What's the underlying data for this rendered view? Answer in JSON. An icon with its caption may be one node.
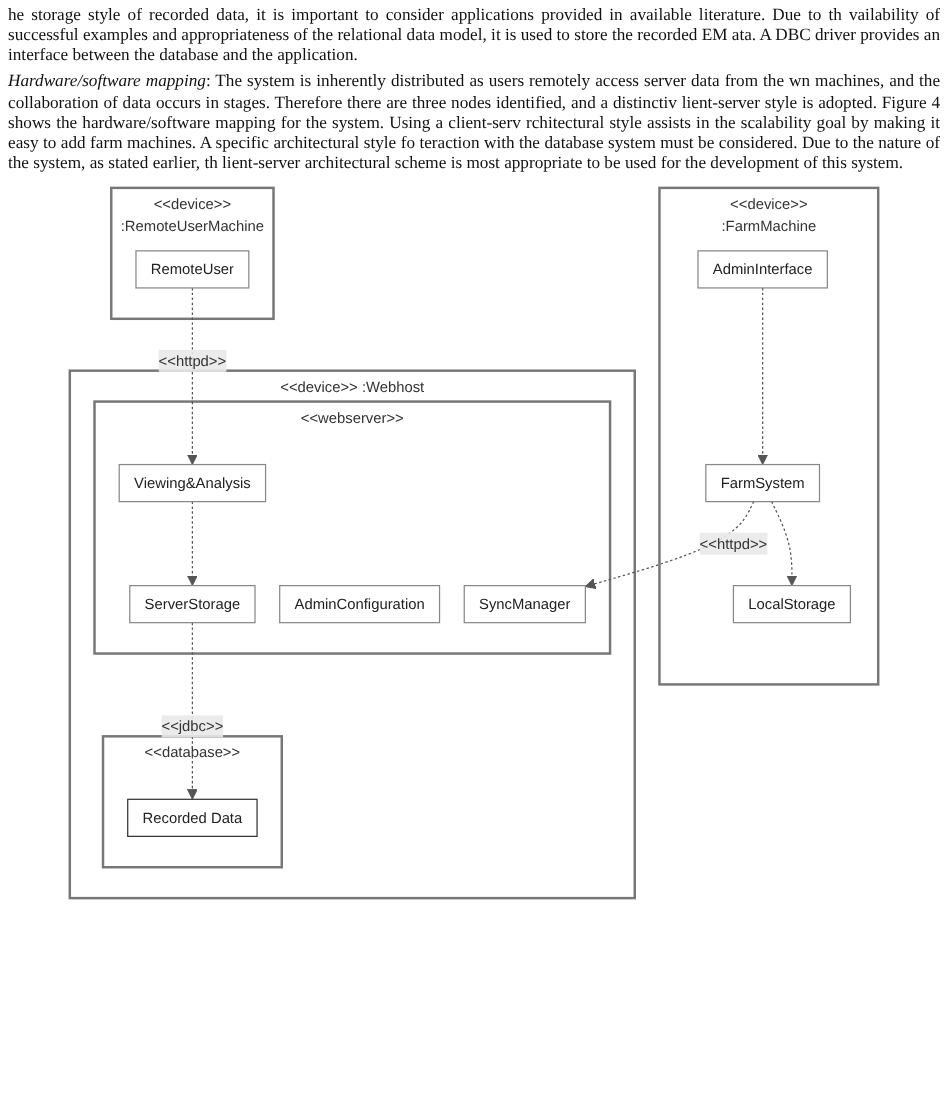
{
  "diagram": {
    "nodes": [
      {
        "text": [
          "<<device>>",
          ":FarmMachine"
        ]
      },
      {
        "text": [
          "AdminInterface"
        ],
        "in": 0
      },
      {
        "text": [
          "FarmSystem"
        ],
        "in": 0
      },
      {
        "text": [
          "LocalStorage"
        ],
        "in": 0
      },
      {
        "text": [
          "<<device>>",
          ":RemoteUserMachine"
        ]
      },
      {
        "text": [
          "RemoteUser"
        ],
        "in": 4
      },
      {
        "text": [
          "<<device>>",
          ":Webhost"
        ]
      },
      {
        "text": [
          "<<webserver>>"
        ],
        "in": 6
      },
      {
        "text": [
          "SyncManager"
        ],
        "in": 7
      },
      {
        "text": [
          "Viewing&Analysis"
        ],
        "in": 7
      },
      {
        "text": [
          "AdminConfiguration"
        ],
        "in": 7
      },
      {
        "text": [
          "ServerStorage"
        ],
        "in": 7
      },
      {
        "text": [
          "<<database>>"
        ],
        "in": 6
      },
      {
        "text": [
          "Recorded Data"
        ],
        "in": 12
      }
    ],
    "edges": [
      {
        "from": 1,
        "to": 2,
        "arrow": "to",
        "style": "dashed"
      },
      {
        "from": 2,
        "to": 3,
        "arrow": "to",
        "style": "dashed"
      },
      {
        "from": 2,
        "to": 8,
        "arrow": "to",
        "style": "dashed",
        "label": "<<httpd>>"
      },
      {
        "from": 5,
        "to": 9,
        "arrow": "to",
        "style": "dashed",
        "label": "<<httpd>>"
      },
      {
        "from": 9,
        "to": 11,
        "arrow": "to",
        "style": "dashed"
      },
      {
        "from": 11,
        "to": 13,
        "arrow": "to",
        "style": "dashed",
        "label": "<<jdbc>>"
      }
    ],
    "labels": [
      "he storage style of recorded data, it is important to consider applications provided in available literature. Due to th vailability of successful examples and appropriateness of the relational data model, it is used to store the recorded EM ata. A DBC driver provides an interface between the database and the application.",
      "*Hardware/software mapping*: The system is inherently distributed as users remotely access server data from the wn machines, and the collaboration of data occurs in stages. Therefore there are three nodes identified, and a distinctiv lient-server style is adopted. Figure 4 shows the hardware/software mapping for the system. Using a client-serv rchitectural style assists in the scalability goal by making it easy to add farm machines. A specific architectural style fo teraction with the database system must be considered. Due to the nature of the system, as stated earlier, th lient-server architectural scheme is most appropriate to be used for the development of this system."
    ]
  }
}
